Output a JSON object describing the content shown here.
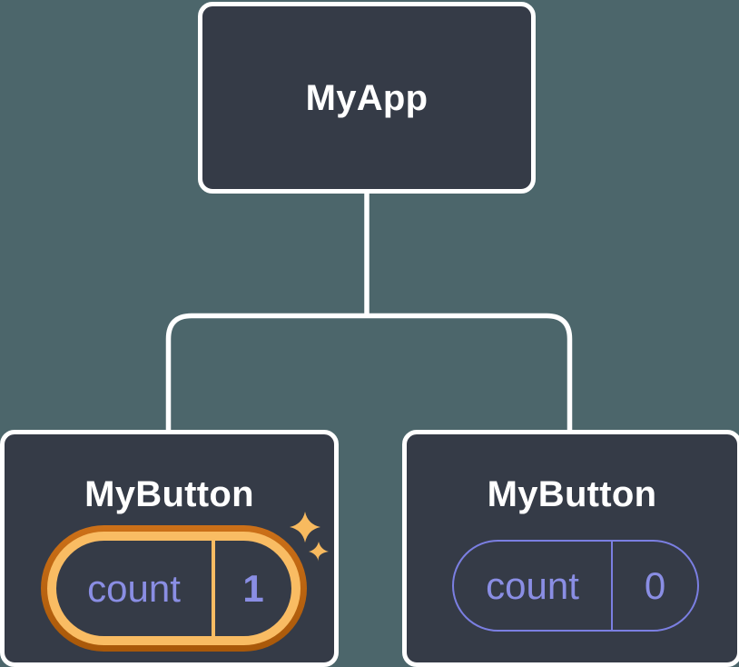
{
  "diagram": {
    "root": {
      "label": "MyApp"
    },
    "children": [
      {
        "label": "MyButton",
        "state_key": "count",
        "state_value": "1",
        "highlighted": true
      },
      {
        "label": "MyButton",
        "state_key": "count",
        "state_value": "0",
        "highlighted": false
      }
    ],
    "icons": {
      "highlight": "sparkles-icon"
    },
    "colors": {
      "background": "#4C666B",
      "node_fill": "#353B47",
      "node_border": "#FFFFFF",
      "connector_line": "#FFFFFF",
      "state_text": "#8A8EE4",
      "pill_outline": "#7B7FE2",
      "highlight_ring_outer_top": "#CC7018",
      "highlight_ring_outer_bottom": "#A85809",
      "highlight_ring_inner": "#F9BC63",
      "sparkle": "#F8BA5F"
    }
  }
}
